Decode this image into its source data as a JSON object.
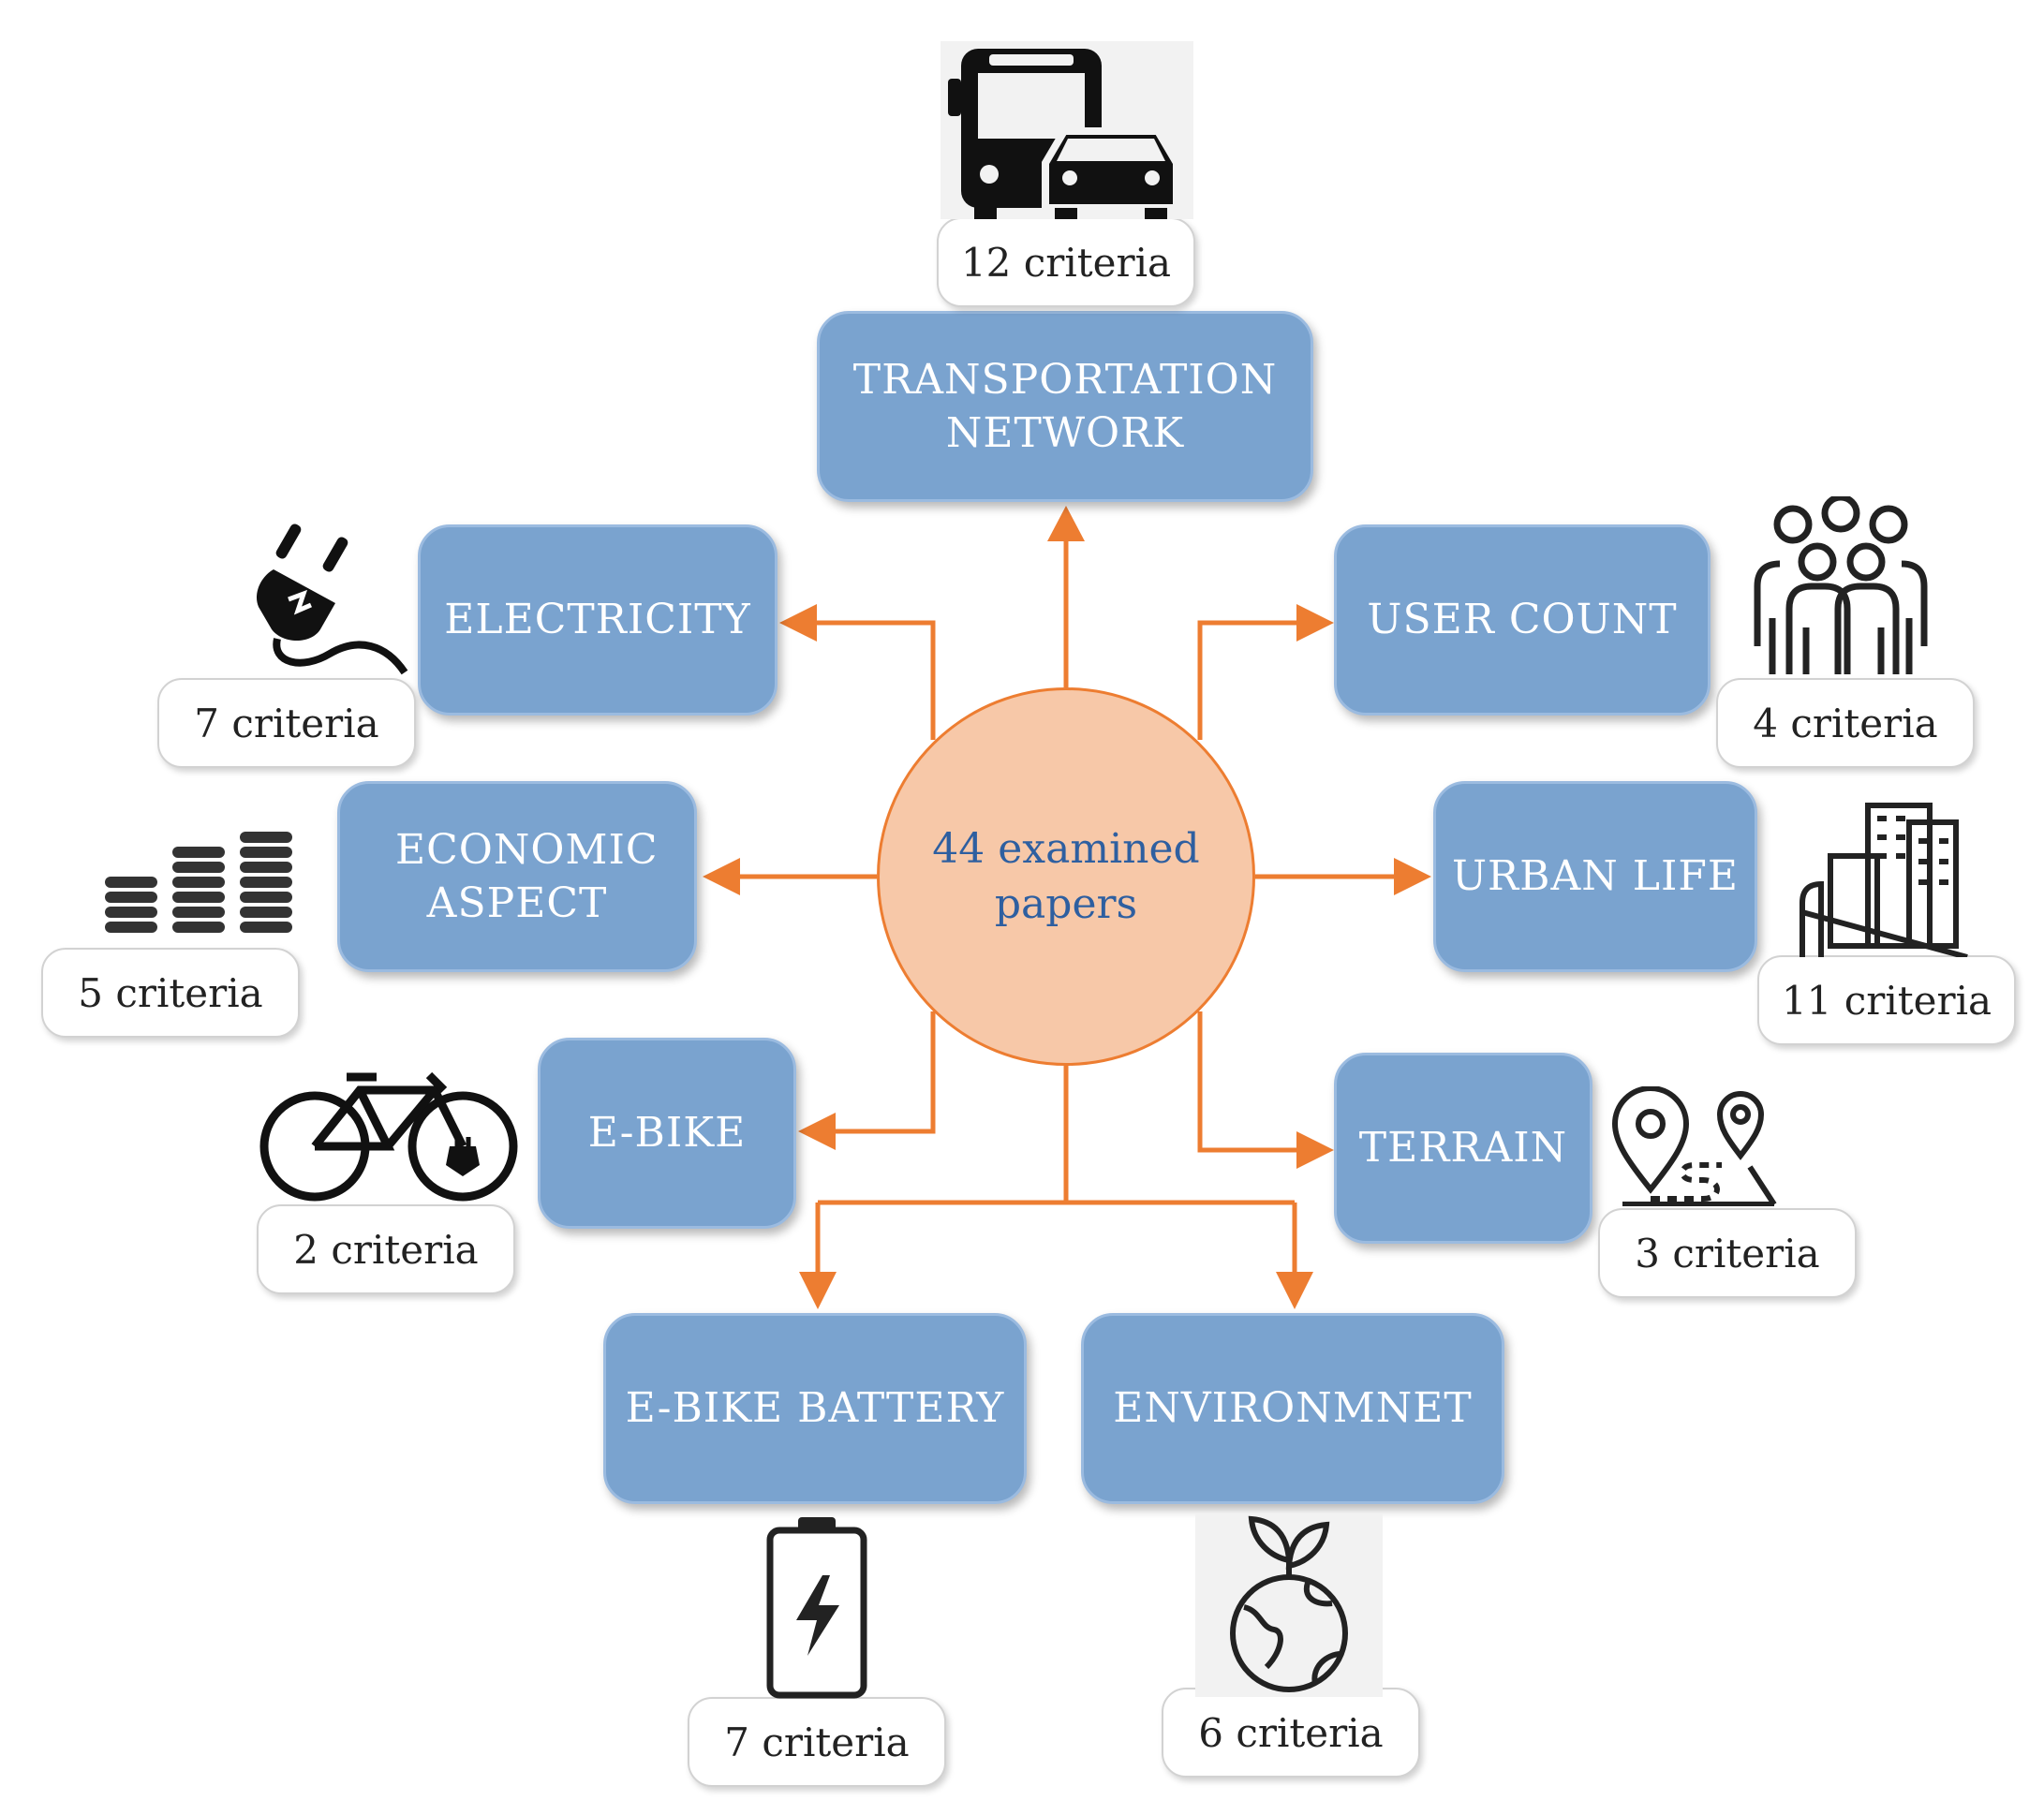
{
  "center": {
    "label": "44 examined papers"
  },
  "categories": [
    {
      "id": "transportation",
      "label": "TRANSPORTATION NETWORK",
      "criteria": "12 criteria",
      "icon": "bus-car-icon"
    },
    {
      "id": "electricity",
      "label": "ELECTRICITY",
      "criteria": "7 criteria",
      "icon": "plug-icon"
    },
    {
      "id": "user_count",
      "label": "USER COUNT",
      "criteria": "4 criteria",
      "icon": "people-icon"
    },
    {
      "id": "economic",
      "label": "ECONOMIC ASPECT",
      "criteria": "5 criteria",
      "icon": "coins-icon"
    },
    {
      "id": "urban_life",
      "label": "URBAN LIFE",
      "criteria": "11 criteria",
      "icon": "city-icon"
    },
    {
      "id": "ebike",
      "label": "E-BIKE",
      "criteria": "2 criteria",
      "icon": "electric-bike-icon"
    },
    {
      "id": "terrain",
      "label": "TERRAIN",
      "criteria": "3 criteria",
      "icon": "map-route-icon"
    },
    {
      "id": "battery",
      "label": "E-BIKE BATTERY",
      "criteria": "7 criteria",
      "icon": "battery-icon"
    },
    {
      "id": "environment",
      "label": "ENVIRONMNET",
      "criteria": "6 criteria",
      "icon": "globe-plant-icon"
    }
  ],
  "colors": {
    "box": "#7aa3cf",
    "arrow": "#ed7d31",
    "center_fill": "#f7c8a8",
    "center_text": "#2e5fa0"
  }
}
